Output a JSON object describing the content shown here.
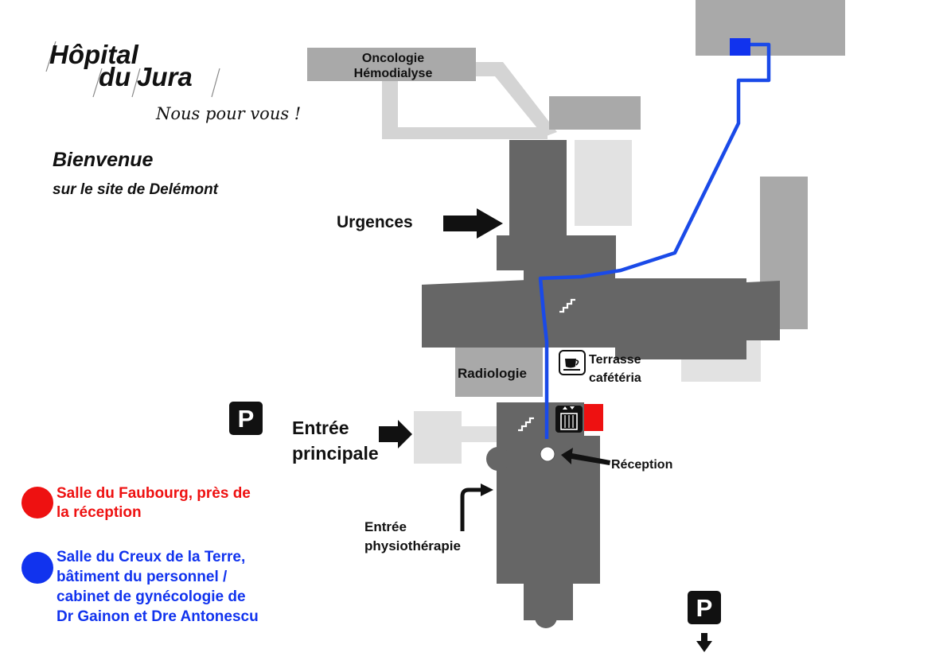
{
  "logo": {
    "line1": "Hôpital",
    "line2a": "du",
    "line2b": "Jura",
    "slogan": "Nous pour vous !"
  },
  "welcome": {
    "title": "Bienvenue",
    "subtitle": "sur le site de Delémont"
  },
  "buildings": {
    "oncologie_l1": "Oncologie",
    "oncologie_l2": "Hémodialyse",
    "radiologie": "Radiologie"
  },
  "labels": {
    "urgences": "Urgences",
    "entree_l1": "Entrée",
    "entree_l2": "principale",
    "reception": "Réception",
    "terrasse_l1": "Terrasse",
    "terrasse_l2": "cafétéria",
    "physio_l1": "Entrée",
    "physio_l2": "physiothérapie"
  },
  "parking": {
    "left": "P",
    "bottom": "P"
  },
  "legend": {
    "red_color": "#ee1111",
    "blue_color": "#1133ee",
    "red_l1": "Salle du Faubourg, près de",
    "red_l2": "la réception",
    "blue_l1": "Salle du Creux de la Terre,",
    "blue_l2": "bâtiment du personnel /",
    "blue_l3": "cabinet de gynécologie de",
    "blue_l4": "Dr Gainon et Dre Antonescu"
  },
  "colors": {
    "building_dark": "#666666",
    "building_mid": "#aaaaaa",
    "building_light": "#e0e0e0",
    "route_blue": "#1a4ae8",
    "room_red": "#ee1111",
    "room_blue": "#1133ee"
  }
}
